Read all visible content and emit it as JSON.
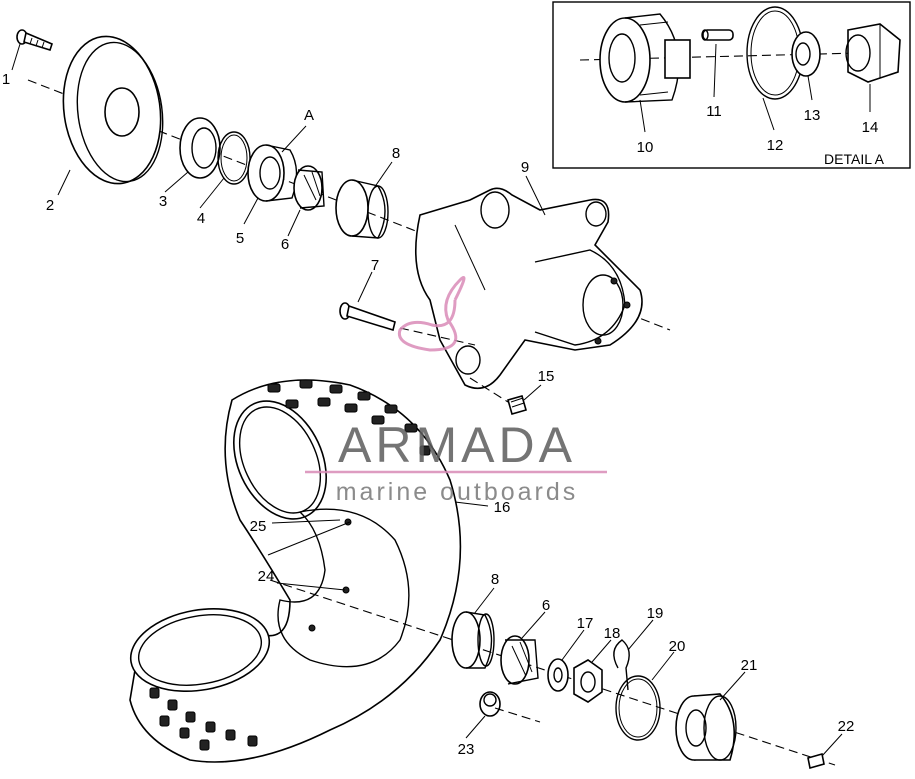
{
  "diagram": {
    "part_labels": [
      "1",
      "2",
      "3",
      "4",
      "5",
      "6",
      "7",
      "8",
      "9",
      "A",
      "15",
      "16",
      "25",
      "24",
      "8",
      "6",
      "17",
      "18",
      "19",
      "20",
      "21",
      "22",
      "23"
    ],
    "detail": {
      "title": "DETAIL A",
      "part_labels": [
        "10",
        "11",
        "12",
        "13",
        "14"
      ]
    }
  },
  "watermark": {
    "brand": "ARMADA",
    "tagline": "marine outboards",
    "logo_color": "#d98bb7",
    "text_color": "#5c5c5c"
  }
}
